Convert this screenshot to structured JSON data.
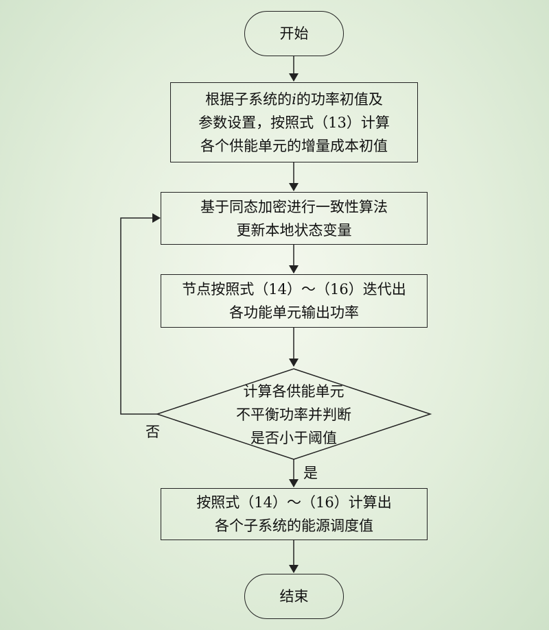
{
  "nodes": {
    "start": "开始",
    "init_line1_pre": "根据子系统的",
    "init_line1_var": "i",
    "init_line1_post": "的功率初值及",
    "init_line2": "参数设置，按照式（13）计算",
    "init_line3": "各个供能单元的增量成本初值",
    "consensus_line1": "基于同态加密进行一致性算法",
    "consensus_line2": "更新本地状态变量",
    "iterate_line1": "节点按照式（14）～（16）迭代出",
    "iterate_line2": "各功能单元输出功率",
    "decision_line1": "计算各供能单元",
    "decision_line2": "不平衡功率并判断",
    "decision_line3": "是否小于阈值",
    "compute_line1": "按照式（14）～（16）计算出",
    "compute_line2": "各个子系统的能源调度值",
    "end": "结束"
  },
  "edge_labels": {
    "no": "否",
    "yes": "是"
  },
  "colors": {
    "stroke": "#222222",
    "text": "#111111",
    "background_center": "#f4f8ee",
    "background_edge": "#cfe2c9"
  }
}
